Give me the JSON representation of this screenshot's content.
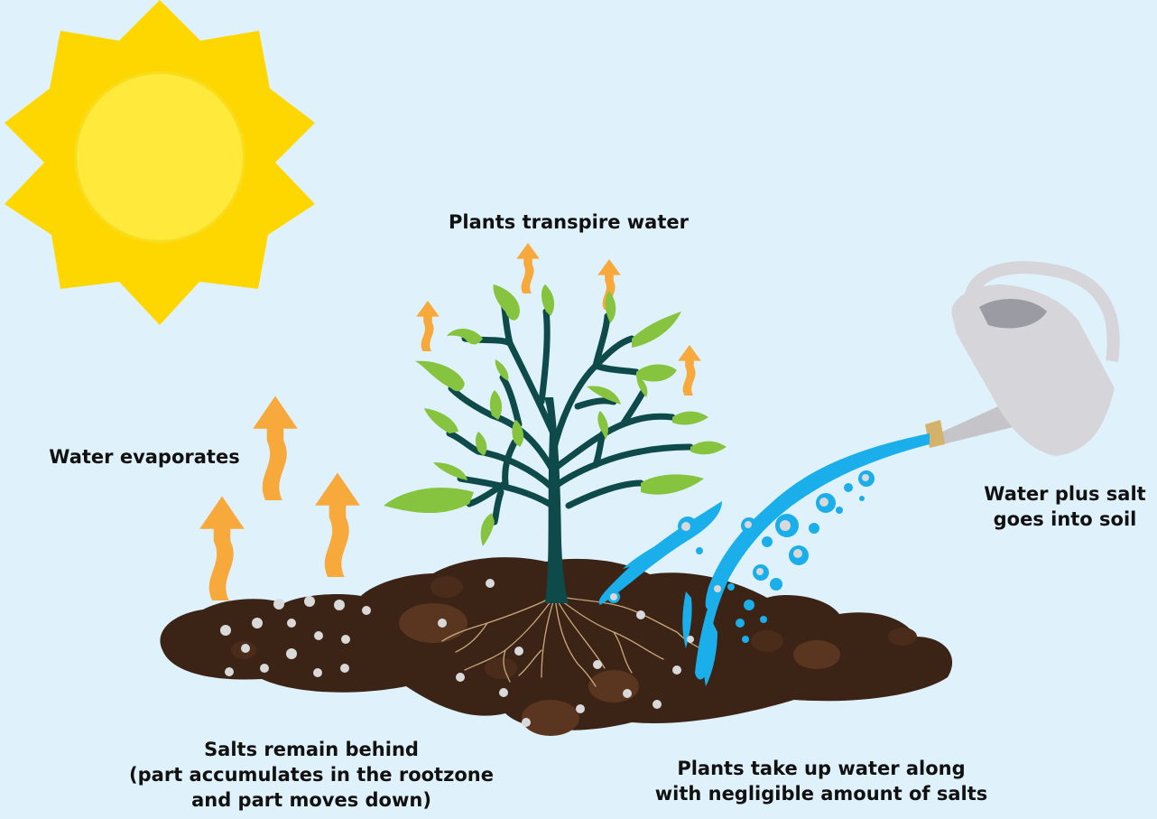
{
  "labels": {
    "transpire": "Plants transpire water",
    "evaporates": "Water evaporates",
    "water_salt": [
      "Water plus salt",
      "goes into soil"
    ],
    "salts_remain": [
      "Salts remain behind",
      "(part accumulates in the rootzone",
      "and part moves down)"
    ],
    "uptake": [
      "Plants take up water along",
      "with negligible amount of salts"
    ]
  },
  "colors": {
    "sky": "#dff2fb",
    "sun_rays": "#ffd700",
    "sun_core": "#ffea3a",
    "soil": "#3b2416",
    "soil_patch": "#5a3520",
    "salt_dot": "#d9d9d9",
    "arrow": "#f7a93b",
    "leaf": "#86c440",
    "trunk": "#0f4a4a",
    "water": "#1aaeea",
    "can": "#d6d6da",
    "root": "#c9a77d"
  }
}
